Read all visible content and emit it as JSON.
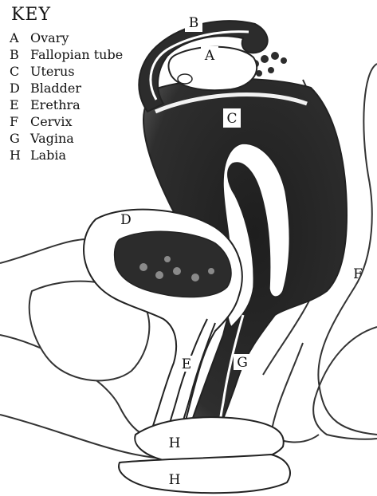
{
  "key": {
    "title": "KEY",
    "items": [
      {
        "letter": "A",
        "text": "Ovary"
      },
      {
        "letter": "B",
        "text": "Fallopian tube"
      },
      {
        "letter": "C",
        "text": "Uterus"
      },
      {
        "letter": "D",
        "text": "Bladder"
      },
      {
        "letter": "E",
        "text": "Erethra"
      },
      {
        "letter": "F",
        "text": "Cervix"
      },
      {
        "letter": "G",
        "text": "Vagina"
      },
      {
        "letter": "H",
        "text": "Labia"
      }
    ]
  },
  "labels": {
    "ovary": "A",
    "fallopian_tube": "B",
    "uterus": "C",
    "bladder": "D",
    "urethra": "E",
    "cervix": "F",
    "vagina": "G",
    "labia_inner": "H",
    "labia_outer": "H"
  },
  "colors": {
    "tissue": "#2c2c2c",
    "outline": "#333333",
    "background": "#ffffff"
  }
}
